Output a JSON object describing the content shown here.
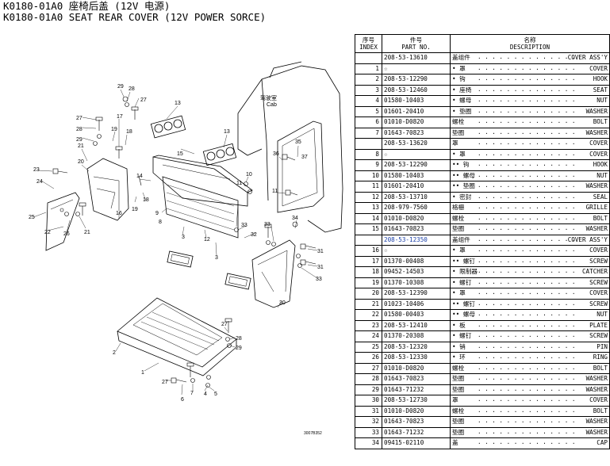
{
  "header": {
    "title_cn": "K0180-01A0 座椅后盖 (12V 电源)",
    "title_en": "K0180-01A0 SEAT REAR COVER (12V POWER SORCE)"
  },
  "table": {
    "col_index_cn": "序号",
    "col_index_en": "INDEX",
    "col_part_cn": "件号",
    "col_part_en": "PART NO.",
    "col_desc_cn": "名称",
    "col_desc_en": "DESCRIPTION",
    "rows": [
      {
        "index": "",
        "part": "208-53-13610",
        "cn": "盖组件",
        "en": "COVER ASS'Y"
      },
      {
        "index": "1",
        "part": "☆",
        "cn": "• 罩",
        "en": "COVER"
      },
      {
        "index": "2",
        "part": "208-53-12290",
        "cn": "• 钩",
        "en": "HOOK"
      },
      {
        "index": "3",
        "part": "208-53-12460",
        "cn": "• 座椅",
        "en": "SEAT"
      },
      {
        "index": "4",
        "part": "01580-10403",
        "cn": "• 螺母",
        "en": "NUT"
      },
      {
        "index": "5",
        "part": "01601-20410",
        "cn": "• 垫圈",
        "en": "WASHER"
      },
      {
        "index": "6",
        "part": "01010-D0820",
        "cn": "螺栓",
        "en": "BOLT"
      },
      {
        "index": "7",
        "part": "01643-70823",
        "cn": "垫圈",
        "en": "WASHER"
      },
      {
        "index": "",
        "part": "208-53-13620",
        "cn": "罩",
        "en": "COVER"
      },
      {
        "index": "8",
        "part": "☆",
        "cn": "• 罩",
        "en": "COVER"
      },
      {
        "index": "9",
        "part": "208-53-12290",
        "cn": "•• 钩",
        "en": "HOOK"
      },
      {
        "index": "10",
        "part": "01580-10403",
        "cn": "•• 螺母",
        "en": "NUT"
      },
      {
        "index": "11",
        "part": "01601-20410",
        "cn": "•• 垫圈",
        "en": "WASHER"
      },
      {
        "index": "12",
        "part": "208-53-13710",
        "cn": "• 密封",
        "en": "SEAL"
      },
      {
        "index": "13",
        "part": "208-979-7560",
        "cn": "格栅",
        "en": "GRILLE"
      },
      {
        "index": "14",
        "part": "01010-D0820",
        "cn": "螺栓",
        "en": "BOLT"
      },
      {
        "index": "15",
        "part": "01643-70823",
        "cn": "垫圈",
        "en": "WASHER"
      },
      {
        "index": "",
        "part": "208-53-12350",
        "cn": "盖组件",
        "en": "COVER ASS'Y",
        "highlight": true
      },
      {
        "index": "16",
        "part": "☆",
        "cn": "• 罩",
        "en": "COVER"
      },
      {
        "index": "17",
        "part": "01370-00408",
        "cn": "•• 螺钉",
        "en": "SCREW"
      },
      {
        "index": "18",
        "part": "09452-14503",
        "cn": "• 限制器",
        "en": "CATCHER"
      },
      {
        "index": "19",
        "part": "01370-10308",
        "cn": "• 螺钉",
        "en": "SCREW"
      },
      {
        "index": "20",
        "part": "208-53-12390",
        "cn": "• 罩",
        "en": "COVER"
      },
      {
        "index": "21",
        "part": "01023-10406",
        "cn": "•• 螺钉",
        "en": "SCREW"
      },
      {
        "index": "22",
        "part": "01580-00403",
        "cn": "•• 螺母",
        "en": "NUT"
      },
      {
        "index": "23",
        "part": "208-53-12410",
        "cn": "• 板",
        "en": "PLATE"
      },
      {
        "index": "24",
        "part": "01370-20308",
        "cn": "• 螺钉",
        "en": "SCREW"
      },
      {
        "index": "25",
        "part": "208-53-12320",
        "cn": "• 销",
        "en": "PIN"
      },
      {
        "index": "26",
        "part": "208-53-12330",
        "cn": "• 环",
        "en": "RING"
      },
      {
        "index": "27",
        "part": "01010-D0820",
        "cn": "螺栓",
        "en": "BOLT"
      },
      {
        "index": "28",
        "part": "01643-70823",
        "cn": "垫圈",
        "en": "WASHER"
      },
      {
        "index": "29",
        "part": "01643-71232",
        "cn": "垫圈",
        "en": "WASHER"
      },
      {
        "index": "30",
        "part": "208-53-12730",
        "cn": "罩",
        "en": "COVER"
      },
      {
        "index": "31",
        "part": "01010-D0820",
        "cn": "螺栓",
        "en": "BOLT"
      },
      {
        "index": "32",
        "part": "01643-70823",
        "cn": "垫圈",
        "en": "WASHER"
      },
      {
        "index": "33",
        "part": "01643-71232",
        "cn": "垫圈",
        "en": "WASHER"
      },
      {
        "index": "34",
        "part": "09415-02110",
        "cn": "盖",
        "en": "CAP"
      }
    ]
  },
  "diagram": {
    "cab_label_cn": "驾驶室",
    "cab_label_en": "Cab",
    "drawing_code": "3007B352",
    "callouts": [
      "1",
      "2",
      "3",
      "3",
      "4",
      "5",
      "6",
      "7",
      "8",
      "9",
      "10",
      "11",
      "12",
      "13",
      "13",
      "14",
      "15",
      "16",
      "17",
      "18",
      "19",
      "20",
      "21",
      "22",
      "23",
      "24",
      "25",
      "26",
      "27",
      "28",
      "29",
      "30",
      "31",
      "31",
      "32",
      "33",
      "33",
      "34",
      "35",
      "36",
      "37"
    ]
  }
}
